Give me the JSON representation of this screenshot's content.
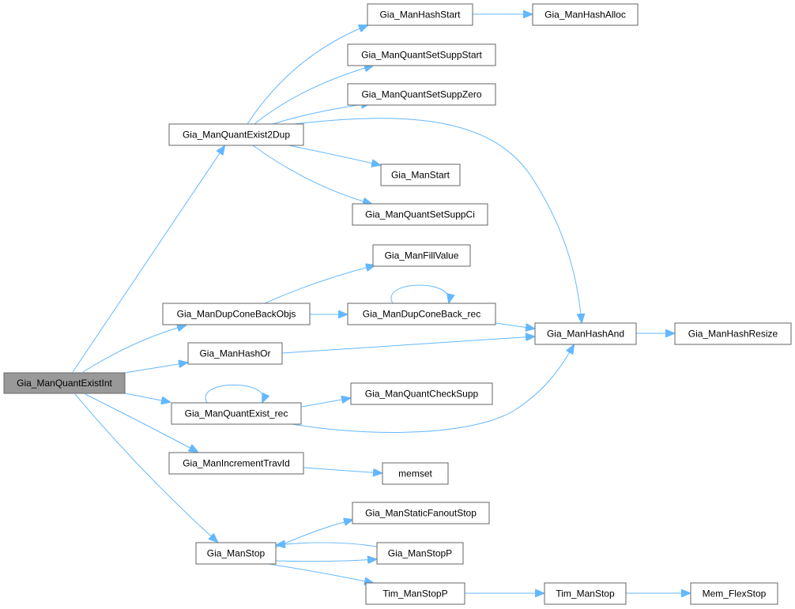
{
  "title": "Call graph of Gia_ManQuantExistInt",
  "colors": {
    "edge": "#63b8ff",
    "root_fill": "#999999",
    "node_border": "#666666"
  },
  "nodes": {
    "root": "Gia_ManQuantExistInt",
    "hash_start": "Gia_ManHashStart",
    "hash_alloc": "Gia_ManHashAlloc",
    "supp_start": "Gia_ManQuantSetSuppStart",
    "supp_zero": "Gia_ManQuantSetSuppZero",
    "exist2dup": "Gia_ManQuantExist2Dup",
    "man_start": "Gia_ManStart",
    "supp_ci": "Gia_ManQuantSetSuppCi",
    "fill_value": "Gia_ManFillValue",
    "dup_cone_back_objs": "Gia_ManDupConeBackObjs",
    "dup_cone_back_rec": "Gia_ManDupConeBack_rec",
    "hash_and": "Gia_ManHashAnd",
    "hash_resize": "Gia_ManHashResize",
    "hash_or": "Gia_ManHashOr",
    "quant_exist_rec": "Gia_ManQuantExist_rec",
    "check_supp": "Gia_ManQuantCheckSupp",
    "increment_trav_id": "Gia_ManIncrementTravId",
    "memset": "memset",
    "static_fanout_stop": "Gia_ManStaticFanoutStop",
    "man_stop": "Gia_ManStop",
    "man_stop_p": "Gia_ManStopP",
    "tim_man_stop_p": "Tim_ManStopP",
    "tim_man_stop": "Tim_ManStop",
    "mem_flex_stop": "Mem_FlexStop"
  }
}
